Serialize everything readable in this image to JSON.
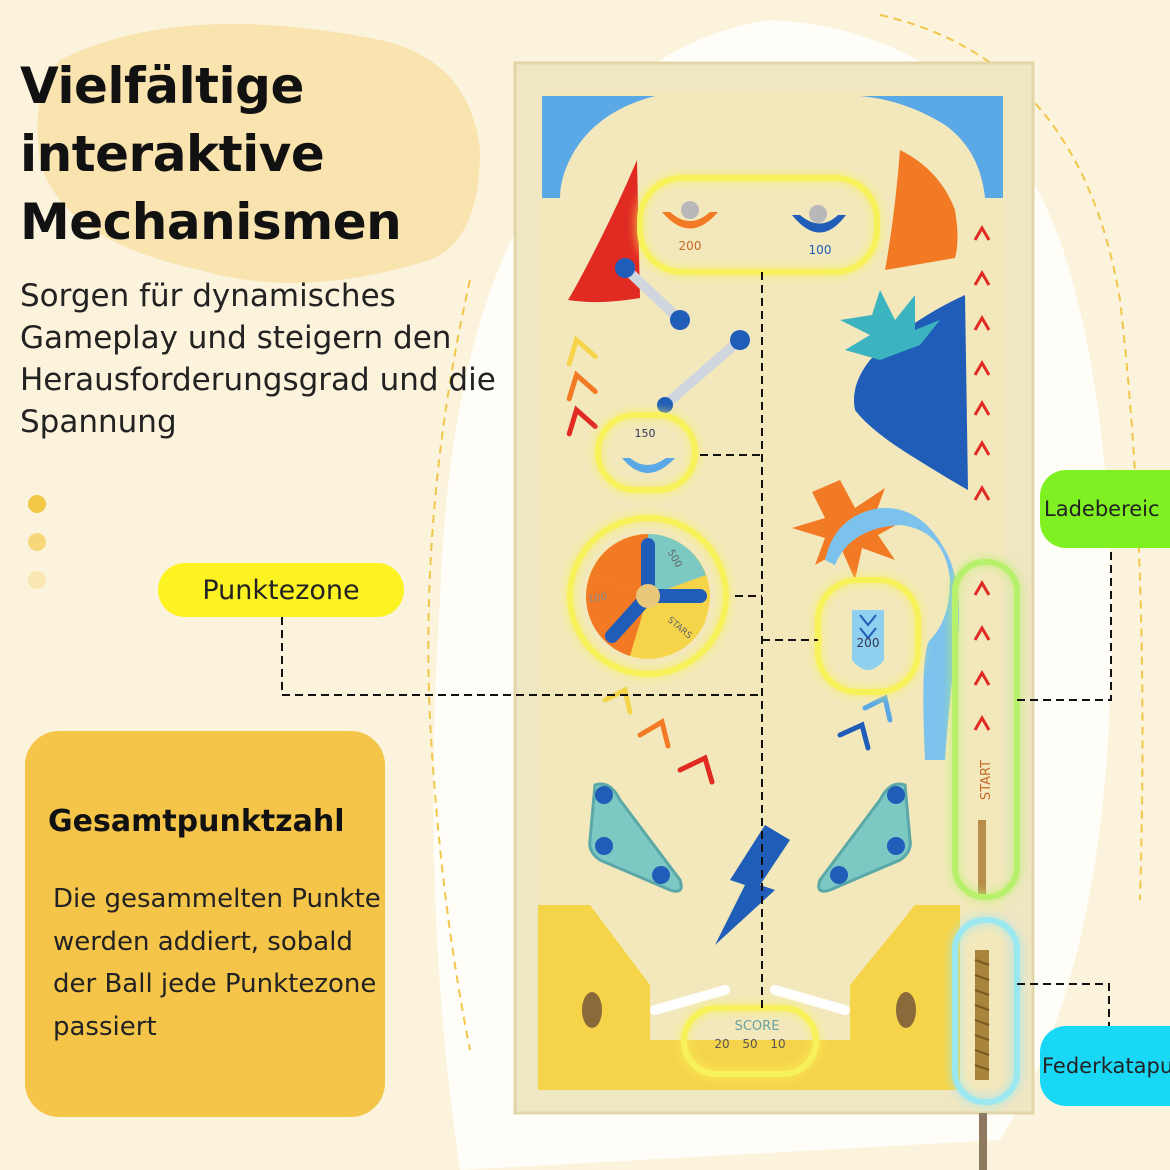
{
  "heading": {
    "line1": "Vielfältige",
    "line2": "interaktive",
    "line3": "Mechanismen"
  },
  "subtext": "Sorgen für dynamisches Gameplay und steigern den Herausforderungsgrad und die Spannung",
  "callouts": {
    "punktezone": "Punktezone",
    "ladebereich": "Ladebereic",
    "federkatapult": "Federkatapu"
  },
  "card": {
    "title": "Gesamtpunktzahl",
    "body": "Die gesammelten Punkte werden addiert, sobald der Ball jede Punktezone passiert"
  },
  "board": {
    "cup_left_score": "200",
    "cup_right_score": "100",
    "cup_mid_score": "150",
    "spinner_score_left": "100",
    "spinner_score_right": "500",
    "spinner_brand": "STARS",
    "tube_score": "200",
    "lane_label": "START",
    "scoreboard_title": "SCORE",
    "scoreboard_values": [
      "20",
      "50",
      "10"
    ]
  },
  "colors": {
    "background": "#fbf3dc",
    "pill_punktezone": "#fdf323",
    "pill_ladebereich": "#7ff021",
    "pill_federkatapult": "#19d8f6",
    "card": "#f5c54a",
    "neon_yellow": "#f8f25a",
    "neon_green": "#b7f06a",
    "neon_cyan": "#9be8f0"
  }
}
